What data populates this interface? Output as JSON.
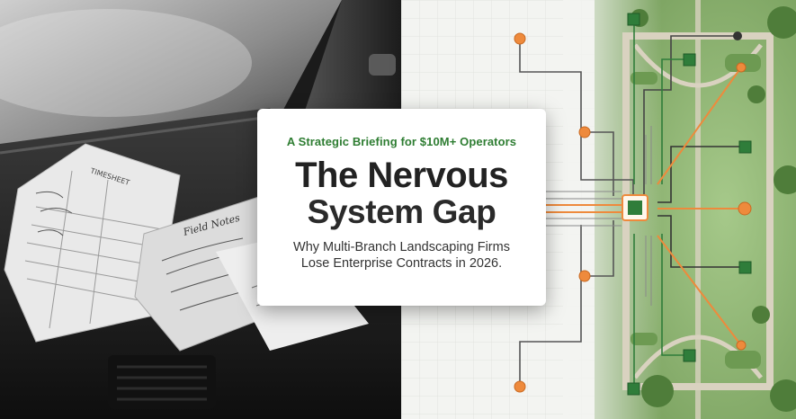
{
  "card": {
    "eyebrow": "A Strategic Briefing for $10M+ Operators",
    "title_line1": "The Nervous",
    "title_line2": "System Gap",
    "subtitle_line1": "Why Multi-Branch Landscaping Firms",
    "subtitle_line2": "Lose Enterprise Contracts in 2026."
  },
  "left_photo": {
    "timesheet_heading": "TIMESHEET",
    "field_note_heading": "Field Notes"
  },
  "colors": {
    "accent_green": "#2e7d32",
    "node_orange": "#ee8a3c",
    "node_green": "#2f7d3a",
    "title_dark": "#222222"
  }
}
